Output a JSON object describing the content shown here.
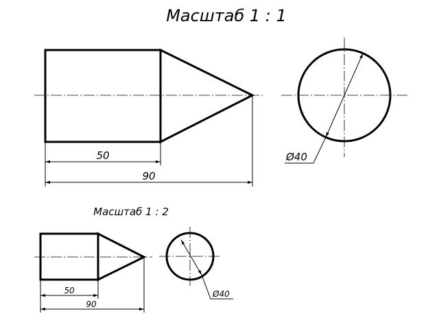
{
  "view_large": {
    "title": "Масштаб 1 : 1",
    "dim_cylinder_length": "50",
    "dim_total_length": "90",
    "dim_diameter": "Ø40"
  },
  "view_small": {
    "title": "Масштаб  1 : 2",
    "dim_cylinder_length": "50",
    "dim_total_length": "90",
    "dim_diameter": "Ø40"
  }
}
